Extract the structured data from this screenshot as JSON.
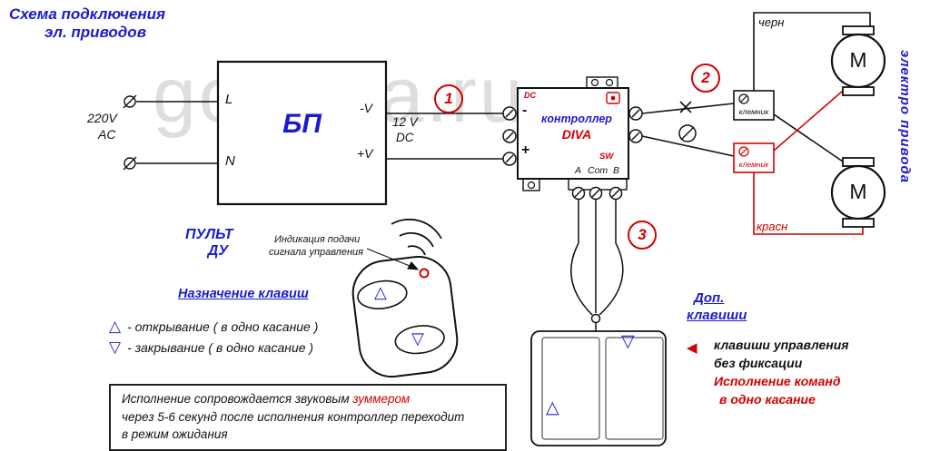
{
  "title": {
    "line1": "Схема подключения",
    "line2": "эл. приводов"
  },
  "watermark": "gorlinia.ru",
  "colors": {
    "accent_blue": "#1b1bd0",
    "accent_red": "#d40000",
    "wire_black": "#111111",
    "watermark_gray": "#c9c9c9"
  },
  "psu": {
    "label": "БП",
    "terminal_l": "L",
    "terminal_n": "N",
    "mains_voltage": "220V",
    "mains_type": "AC",
    "out_minus": "-V",
    "out_plus": "+V",
    "out_voltage": "12 V",
    "out_type": "DC"
  },
  "markers": {
    "n1": "1",
    "n2": "2",
    "n3": "3"
  },
  "controller": {
    "dc": "DC",
    "minus": "-",
    "plus": "+",
    "name": "контроллер",
    "model": "DIVA",
    "sw": "SW",
    "term_a": "A",
    "term_com": "Com",
    "term_b": "B"
  },
  "wiring": {
    "klemnik_top": "клемник",
    "klemnik_bottom": "клемник",
    "wire_black": "черн",
    "wire_red": "красн",
    "motor_top": "M",
    "motor_bottom": "M",
    "side_label": "электро привода"
  },
  "remote": {
    "title_line1": "ПУЛЬТ",
    "title_line2": "ДУ",
    "indication_line1": "Индикация подачи",
    "indication_line2": "сигнала управления",
    "keys_heading": "Назначение клавиш",
    "open_symbol": "△",
    "open_text": "- открывание ( в одно касание )",
    "close_symbol": "▽",
    "close_text": "- закрывание ( в одно касание )",
    "btn_up": "△",
    "btn_down": "▽"
  },
  "note": {
    "line1_black": "Исполнение сопровождается звуковым ",
    "line1_red": "зуммером",
    "line2": "через 5-6 секунд после исполнения контроллер переходит",
    "line3": "в режим ожидания"
  },
  "extra_keys": {
    "heading_line1": "Доп.",
    "heading_line2": "клавиши",
    "arrow": "◀",
    "line1": "клавиши управления",
    "line2": "без фиксации",
    "line3": "Исполнение команд",
    "line4": "в одно касание"
  },
  "switch": {
    "btn_up": "△",
    "btn_down": "▽"
  }
}
